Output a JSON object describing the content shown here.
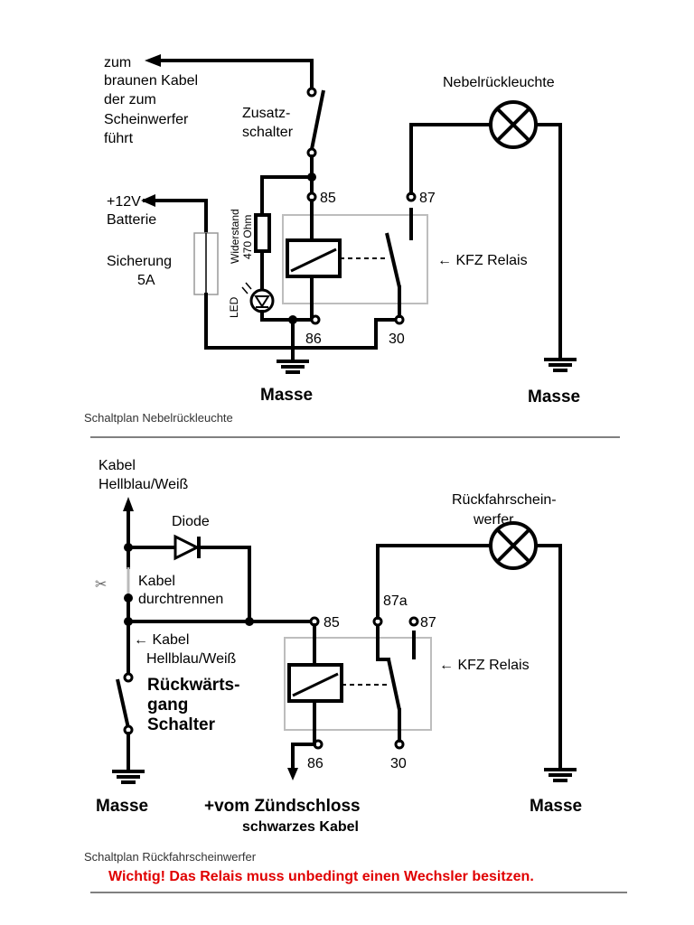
{
  "diagram1": {
    "label_brown_cable": [
      "zum",
      "braunen Kabel",
      "der zum",
      "Scheinwerfer",
      "führt"
    ],
    "label_extra_switch": [
      "Zusatz-",
      "schalter"
    ],
    "label_battery": [
      "+12V",
      "Batterie"
    ],
    "label_fuse": [
      "Sicherung",
      "5A"
    ],
    "label_resistor": [
      "Widerstand",
      "470 Ohm"
    ],
    "label_led": "LED",
    "label_fog_light": "Nebelrückleuchte",
    "label_relay": "← KFZ Relais",
    "term_85": "85",
    "term_86": "86",
    "term_87": "87",
    "term_30": "30",
    "ground_left": "Masse",
    "ground_right": "Masse",
    "caption": "Schaltplan Nebelrückleuchte"
  },
  "diagram2": {
    "label_cable_top": [
      "Kabel",
      "Hellblau/Weiß"
    ],
    "label_diode": "Diode",
    "label_cut": [
      "Kabel",
      "durchtrennen"
    ],
    "label_cable_mid": [
      "← Kabel",
      "Hellblau/Weiß"
    ],
    "label_reverse_switch": [
      "Rückwärts-",
      "gang",
      "Schalter"
    ],
    "label_reverse_light": [
      "Rückfahrschein-",
      "werfer"
    ],
    "label_relay": "← KFZ Relais",
    "term_85": "85",
    "term_86": "86",
    "term_87": "87",
    "term_87a": "87a",
    "term_30": "30",
    "ground_left": "Masse",
    "ground_right": "Masse",
    "ignition": "+vom Zündschloss",
    "ignition_sub": "schwarzes Kabel",
    "caption": "Schaltplan Rückfahrscheinwerfer",
    "warning": "Wichtig! Das Relais muss unbedingt einen Wechsler besitzen."
  }
}
